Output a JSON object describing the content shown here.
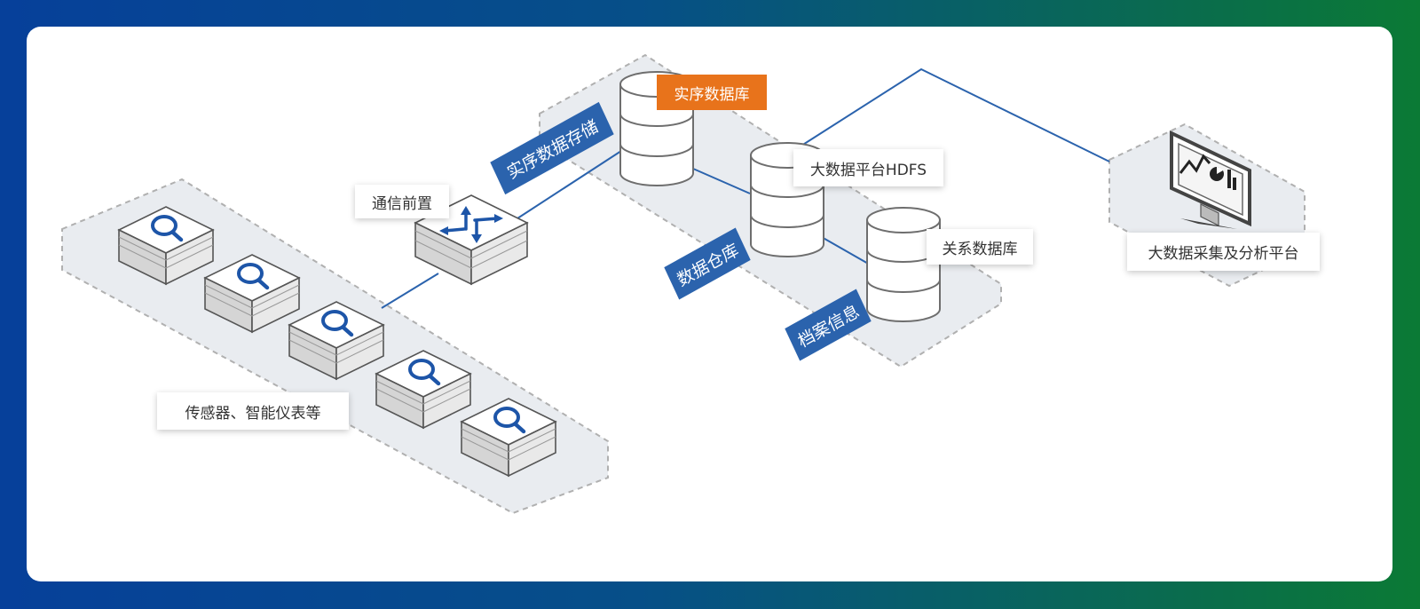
{
  "labels": {
    "realtime_db": "实序数据库",
    "comm_front": "通信前置",
    "hdfs": "大数据平台HDFS",
    "relational_db": "关系数据库",
    "analysis_platform": "大数据采集及分析平台",
    "sensors": "传感器、智能仪表等"
  },
  "banners": {
    "realtime_storage": "实序数据存储",
    "data_warehouse": "数据仓库",
    "archive_info": "档案信息"
  },
  "colors": {
    "banner_blue": "#2b63ad",
    "accent_orange": "#e8731b",
    "line_blue": "#2b63ad",
    "zone_fill": "#e9ecf0",
    "icon_blue": "#1d55a8"
  }
}
